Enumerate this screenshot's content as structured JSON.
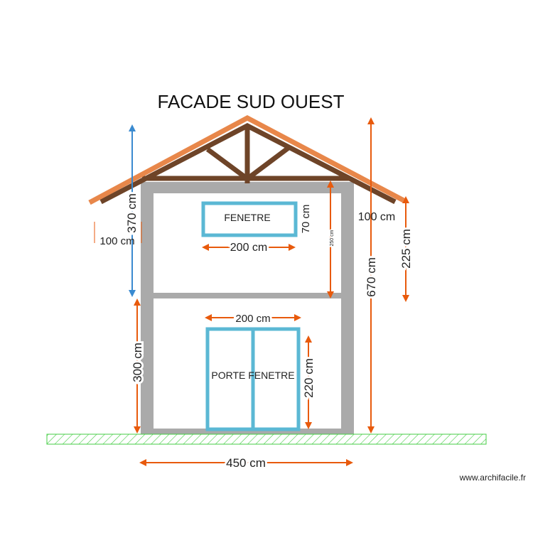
{
  "title": "FACADE SUD OUEST",
  "colors": {
    "roof": "#e8874a",
    "timber": "#6e4428",
    "wall": "#aaaaaa",
    "opening": "#5bb8d4",
    "dimension": "#e85a0c",
    "dimension_blue": "#3a8ad0",
    "ground": "#44cc44"
  },
  "openings": {
    "window_label": "FENETRE",
    "door_label": "PORTE FENETRE"
  },
  "dimensions": {
    "window_width": "200 cm",
    "window_height": "70 cm",
    "upper_floor_height": "250 cm",
    "roof_to_floor": "370 cm",
    "overhang_left": "100 cm",
    "overhang_right": "100 cm",
    "total_height": "670 cm",
    "side_height": "225 cm",
    "ground_floor_height": "300 cm",
    "door_width": "200 cm",
    "door_height": "220 cm",
    "facade_width": "450 cm"
  },
  "watermark": "www.archifacile.fr"
}
